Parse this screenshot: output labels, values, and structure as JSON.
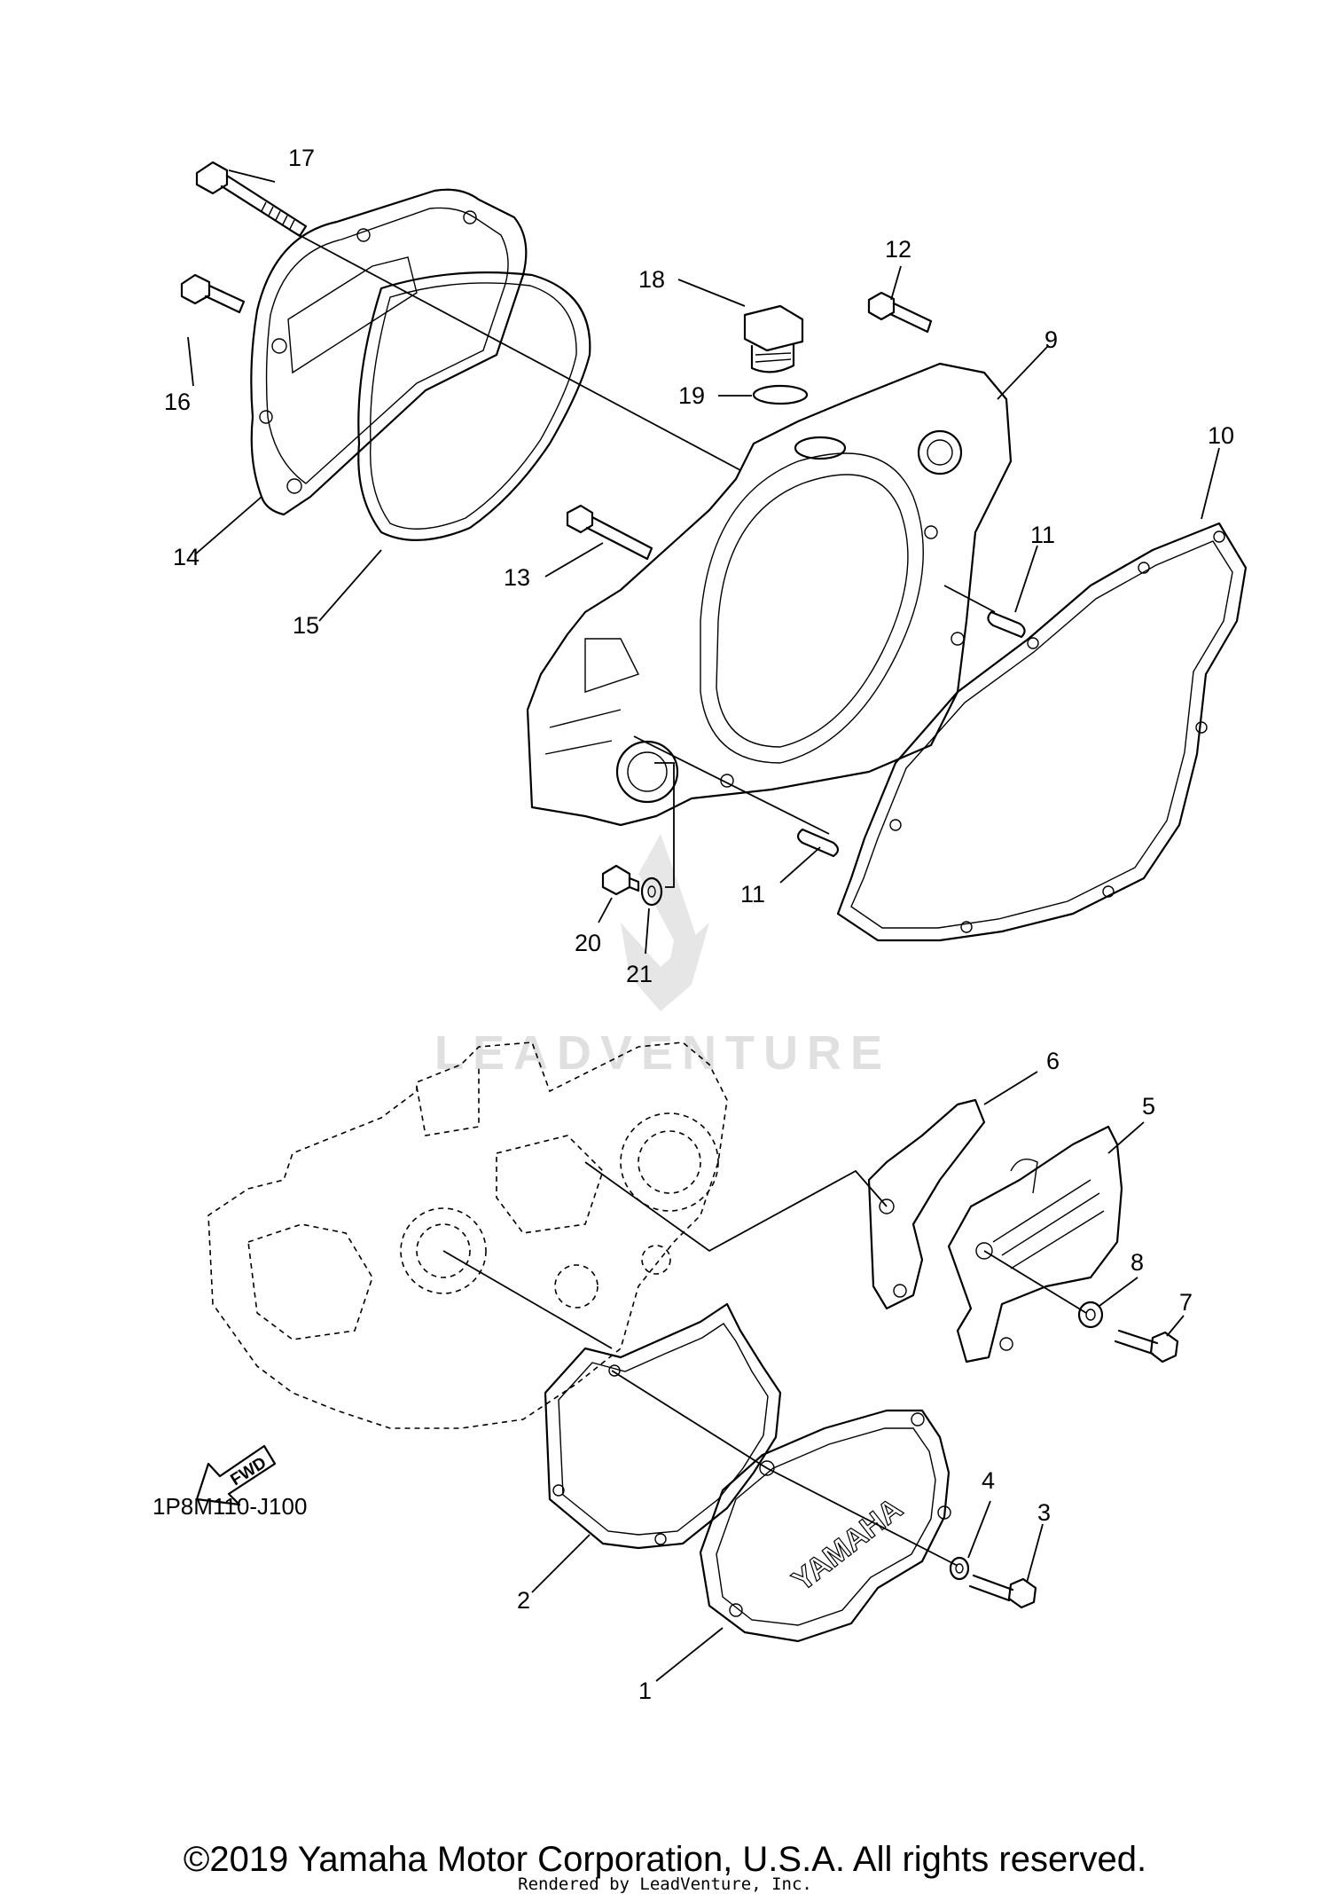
{
  "diagram_code": "1P8M110-J100",
  "copyright": "©2019 Yamaha Motor Corporation, U.S.A. All rights reserved.",
  "rendered_by": "Rendered by LeadVenture, Inc.",
  "watermark_text": "LEADVENTURE",
  "fwd_label": "FWD",
  "brand_label": "YAMAHA",
  "callouts": [
    {
      "id": "1",
      "text": "1"
    },
    {
      "id": "2",
      "text": "2"
    },
    {
      "id": "3",
      "text": "3"
    },
    {
      "id": "4",
      "text": "4"
    },
    {
      "id": "5",
      "text": "5"
    },
    {
      "id": "6",
      "text": "6"
    },
    {
      "id": "7",
      "text": "7"
    },
    {
      "id": "8",
      "text": "8"
    },
    {
      "id": "9",
      "text": "9"
    },
    {
      "id": "10",
      "text": "10"
    },
    {
      "id": "11a",
      "text": "11"
    },
    {
      "id": "11b",
      "text": "11"
    },
    {
      "id": "12",
      "text": "12"
    },
    {
      "id": "13",
      "text": "13"
    },
    {
      "id": "14",
      "text": "14"
    },
    {
      "id": "15",
      "text": "15"
    },
    {
      "id": "16",
      "text": "16"
    },
    {
      "id": "17",
      "text": "17"
    },
    {
      "id": "18",
      "text": "18"
    },
    {
      "id": "19",
      "text": "19"
    },
    {
      "id": "20",
      "text": "20"
    },
    {
      "id": "21",
      "text": "21"
    }
  ]
}
